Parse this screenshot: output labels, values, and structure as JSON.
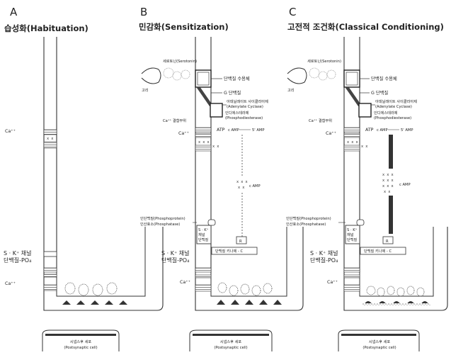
{
  "colors": {
    "ink": "#222222",
    "paper": "#ffffff",
    "shade": "#555555",
    "dark": "#333333"
  },
  "icons": {
    "serotonin-dot": "dotted-circle",
    "receptor": "square-box",
    "k-channel": "rounded-rect"
  },
  "panels": [
    {
      "letter": "A",
      "title": "습성화(Habituation)",
      "labels": {
        "ca_top": "Ca⁺⁺",
        "channel_a": "S · K⁺ 채널",
        "channel_b": "단백질-PO₄",
        "ca_bottom": "Ca⁺⁺",
        "post_a": "시냅스후 세포",
        "post_b": "(Postsynaptic cell)"
      }
    },
    {
      "letter": "B",
      "title": "민감화(Sensitization)",
      "labels": {
        "serotonin": "세로토닌(Serotonin)",
        "goli": "고리",
        "receptor": "단백질 수용체",
        "g_protein": "G 단백질",
        "ac_kr": "아데닐레이트 사이클라아제",
        "ac_en": "(Adenylate Cyclase)",
        "pde_kr": "인디에스테라제",
        "pde_en": "(Phosphodiesterase)",
        "ca_site": "Ca⁺⁺ 결합부위",
        "ca_top": "Ca⁺⁺",
        "atp": "ATP",
        "camp": "c AMP",
        "amp5": "5' AMP",
        "camp2": "c AMP",
        "phosphoprotein": "인단백질(Phosphoprotein)",
        "phosphatase": "인산효소(Phosphatase)",
        "sk_channel_a": "S · K⁺",
        "sk_channel_b": "채널",
        "sk_channel_c": "단백질",
        "r_box": "R",
        "kinase": "단백질 키나제 - C",
        "channel_a": "S · K⁺ 채널",
        "channel_b": "단백질-PO₄",
        "ca_bottom": "Ca⁺⁺",
        "post_a": "시냅스후 세포",
        "post_b": "(Postsynaptic cell)"
      }
    },
    {
      "letter": "C",
      "title": "고전적 조건화(Classical Conditioning)",
      "labels": {
        "serotonin": "세로토닌(Serotonin)",
        "goli": "고리",
        "receptor": "단백질 수용체",
        "g_protein": "G 단백질",
        "ac_kr": "아데닐레이트 사이클라아제",
        "ac_en": "(Adenylate Cyclase)",
        "pde_kr": "인디에스테라제",
        "pde_en": "(Phosphodiesterase)",
        "ca_site": "Ca⁺⁺ 결합부위",
        "ca_top": "Ca⁺⁺",
        "atp": "ATP",
        "camp": "c AMP",
        "amp5": "5' AMP",
        "camp2": "c AMP",
        "phosphoprotein": "인단백질(Phosphoprotein)",
        "phosphatase": "인산효소(Phosphatase)",
        "sk_channel_a": "S · K⁺",
        "sk_channel_b": "채널",
        "sk_channel_c": "단백질",
        "r_box": "R",
        "kinase": "단백질 키나제 - C",
        "channel_a": "S · K⁺ 채널",
        "channel_b": "단백질-PO₄",
        "ca_bottom": "Ca⁺⁺",
        "post_a": "시냅스후 세포",
        "post_b": "(Postsynaptic cell)"
      }
    }
  ]
}
